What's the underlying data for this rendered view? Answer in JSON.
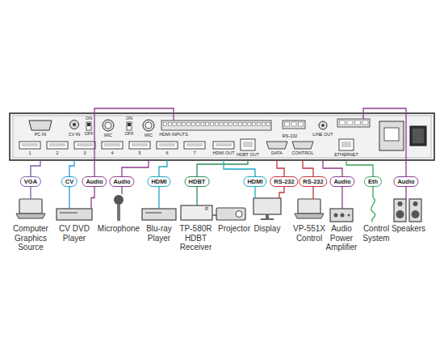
{
  "diagram": {
    "nodes": [
      {
        "text": [
          "VGA"
        ]
      },
      {
        "text": [
          "CV"
        ]
      },
      {
        "text": [
          "Audio"
        ]
      },
      {
        "text": [
          "Audio"
        ]
      },
      {
        "text": [
          "HDMI"
        ]
      },
      {
        "text": [
          "HDBT"
        ]
      },
      {
        "text": [
          "HDMI"
        ]
      },
      {
        "text": [
          "RS-232"
        ]
      },
      {
        "text": [
          "RS-232"
        ]
      },
      {
        "text": [
          "Audio"
        ]
      },
      {
        "text": [
          "Eth"
        ]
      },
      {
        "text": [
          "Audio"
        ]
      },
      {
        "text": [
          "Computer Graphics Source"
        ]
      },
      {
        "text": [
          "CV DVD Player"
        ]
      },
      {
        "text": [
          "Microphone"
        ]
      },
      {
        "text": [
          "Blu-ray Player"
        ]
      },
      {
        "text": [
          "TP-580R HDBT Receiver"
        ]
      },
      {
        "text": [
          "Projector"
        ]
      },
      {
        "text": [
          "Display"
        ]
      },
      {
        "text": [
          "VP-551X Control"
        ]
      },
      {
        "text": [
          "Audio Power Amplifier"
        ]
      },
      {
        "text": [
          "Control System"
        ]
      },
      {
        "text": [
          "Speakers"
        ]
      }
    ],
    "edges": [
      {
        "from": 0,
        "to": 12,
        "arrow": "none"
      },
      {
        "from": 1,
        "to": 13,
        "arrow": "none"
      },
      {
        "from": 2,
        "to": 13,
        "arrow": "none"
      },
      {
        "from": 3,
        "to": 14,
        "arrow": "none"
      },
      {
        "from": 4,
        "to": 15,
        "arrow": "none"
      },
      {
        "from": 5,
        "to": 16,
        "arrow": "none"
      },
      {
        "from": 16,
        "to": 17,
        "arrow": "none"
      },
      {
        "from": 6,
        "to": 18,
        "arrow": "none"
      },
      {
        "from": 7,
        "to": 18,
        "arrow": "none"
      },
      {
        "from": 8,
        "to": 19,
        "arrow": "none"
      },
      {
        "from": 9,
        "to": 20,
        "arrow": "none"
      },
      {
        "from": 10,
        "to": 21,
        "arrow": "none"
      },
      {
        "from": 11,
        "to": 22,
        "arrow": "none"
      }
    ],
    "labels": [
      "PC IN",
      "CV IN",
      "ON",
      "OFF",
      "MIC",
      "ON",
      "OFF",
      "MIC",
      "HDMI INPUTS",
      "1",
      "2",
      "3",
      "4",
      "5",
      "6",
      "7",
      "HDMI OUT",
      "HDBT OUT",
      "RS-232",
      "DATA",
      "CONTROL",
      "LINE OUT",
      "ETHERNET",
      "R"
    ]
  }
}
